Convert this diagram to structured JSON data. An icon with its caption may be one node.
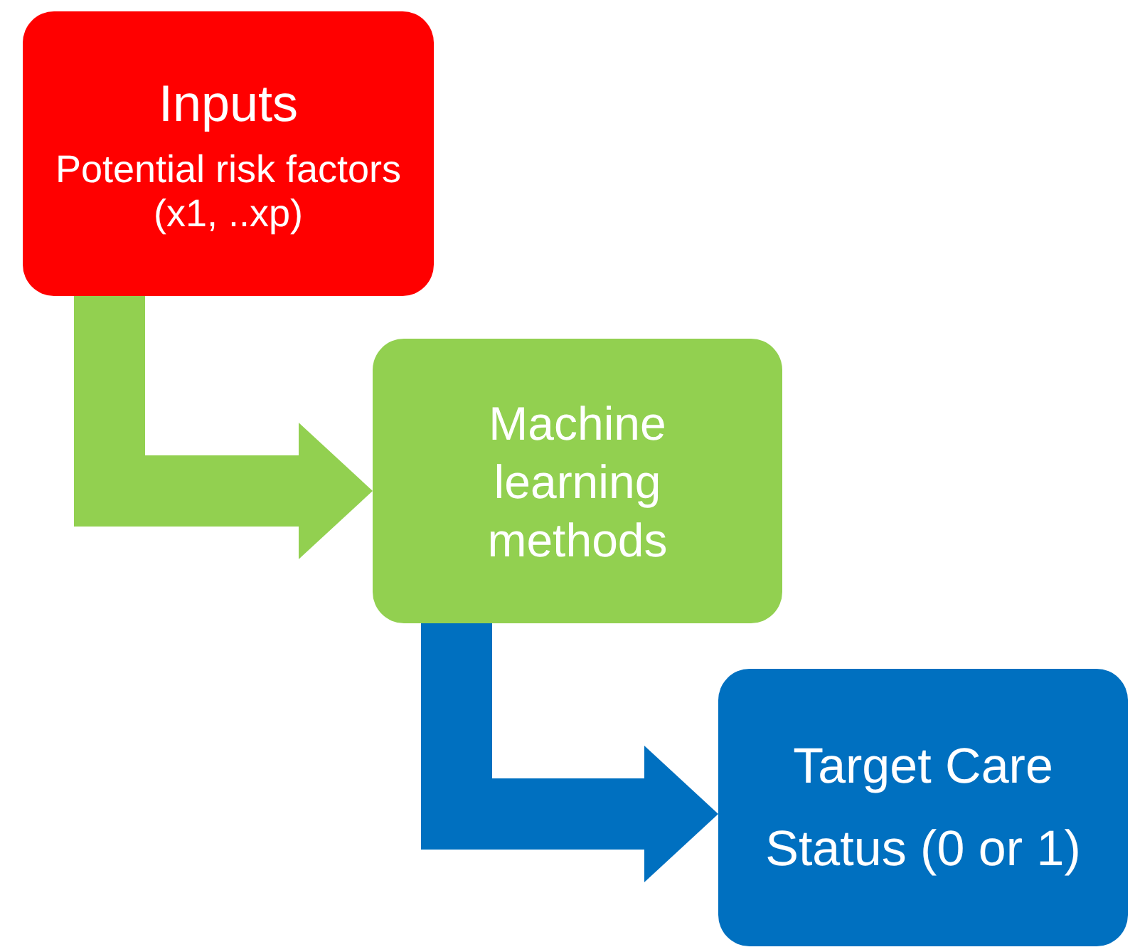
{
  "diagram": {
    "nodes": [
      {
        "text": [
          "Inputs",
          "Potential risk factors (x1, ..xp)"
        ]
      },
      {
        "text": [
          "Machine learning methods"
        ]
      },
      {
        "text": [
          "Target Care Status (0 or 1)"
        ]
      }
    ],
    "edges": [
      {
        "from": 0,
        "to": 1,
        "arrow": "to",
        "color": "#92d050"
      },
      {
        "from": 1,
        "to": 2,
        "arrow": "to",
        "color": "#0070c0"
      }
    ]
  }
}
